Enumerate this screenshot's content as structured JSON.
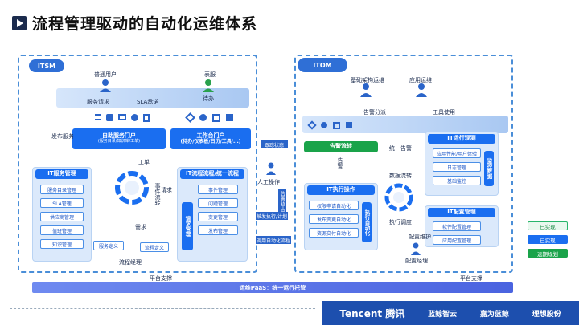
{
  "title": "流程管理驱动的自动化运维体系",
  "itsm": {
    "tag": "ITSM",
    "top_users": {
      "user": "普通用户",
      "service_req": "服务请求",
      "sla": "SLA承诺",
      "dept": "表服",
      "pending": "待办"
    },
    "self_portal": "自助服务门户",
    "self_portal_sub": "(服务目录/知识库/工单)",
    "work_portal": "工作台门户",
    "work_portal_sub": "(待办/仪表板/日历/工具/...)",
    "publish": "发布服务",
    "ticket": "工单",
    "event_flow": "事件流转",
    "request": "请求",
    "demand": "需求",
    "service_def": "服务定义",
    "flow_def": "流程定义",
    "process_mgr": "流程经理",
    "it_service_mgmt": "IT服务管理",
    "service_items": [
      "服务目录管理",
      "SLA管理",
      "供应商管理",
      "值班管理",
      "知识管理"
    ],
    "it_process_engine": "IT流程流程/统一流程",
    "engine_items": [
      "事件管理",
      "问题管理",
      "变更管理",
      "发布管理"
    ],
    "request_mgmt": "请求管理"
  },
  "middle": {
    "track": "跟踪状态",
    "manual": "人工操作",
    "alert_ticket": "告警转工单",
    "exec_plan": "触发执行/计划",
    "trigger_auto": "调用自动化流程"
  },
  "itom": {
    "tag": "ITOM",
    "infra_ops": "基础架构运维",
    "app_ops": "应用运维",
    "alert_share": "告警分派",
    "tool_use": "工具使用",
    "alert_flow": "告警流转",
    "unified_alert": "统一告警",
    "it_ops_monitor": "IT运行观测",
    "monitor_items": [
      "应用性能/用户体验",
      "日志管理",
      "基础监控"
    ],
    "monitor_side": "监控数据",
    "alert": "告警",
    "data_flow": "数据流转",
    "it_exec": "IT执行操作",
    "exec_items": [
      "权限申请自动化",
      "发布变更自动化",
      "资源交付自动化"
    ],
    "exec_side": "执行自动化",
    "exec_schedule": "执行调度",
    "it_config": "IT配置管理",
    "config_items": [
      "软件配置管理",
      "应用配置管理"
    ],
    "config_maint": "配置维护",
    "config_mgr": "配置经理"
  },
  "bottom": {
    "platform_support_left": "平台支撑",
    "platform_support_right": "平台支撑",
    "paas": "运维PaaS：统一运行托管"
  },
  "legend": [
    {
      "label": "已实现",
      "color": "#28b56b"
    },
    {
      "label": "已实现",
      "color": "#1a6ef0"
    },
    {
      "label": "远期规划",
      "color": "#1aa34a"
    }
  ],
  "footer": {
    "brand1": "Tencent 腾讯",
    "brand2": "蓝鲸智云",
    "brand3": "嘉为蓝鲸",
    "brand4": "理想股份"
  },
  "colors": {
    "accent": "#1a6ef0",
    "panel_border": "#4a8ed8",
    "footer_bg": "#1d4fae"
  }
}
